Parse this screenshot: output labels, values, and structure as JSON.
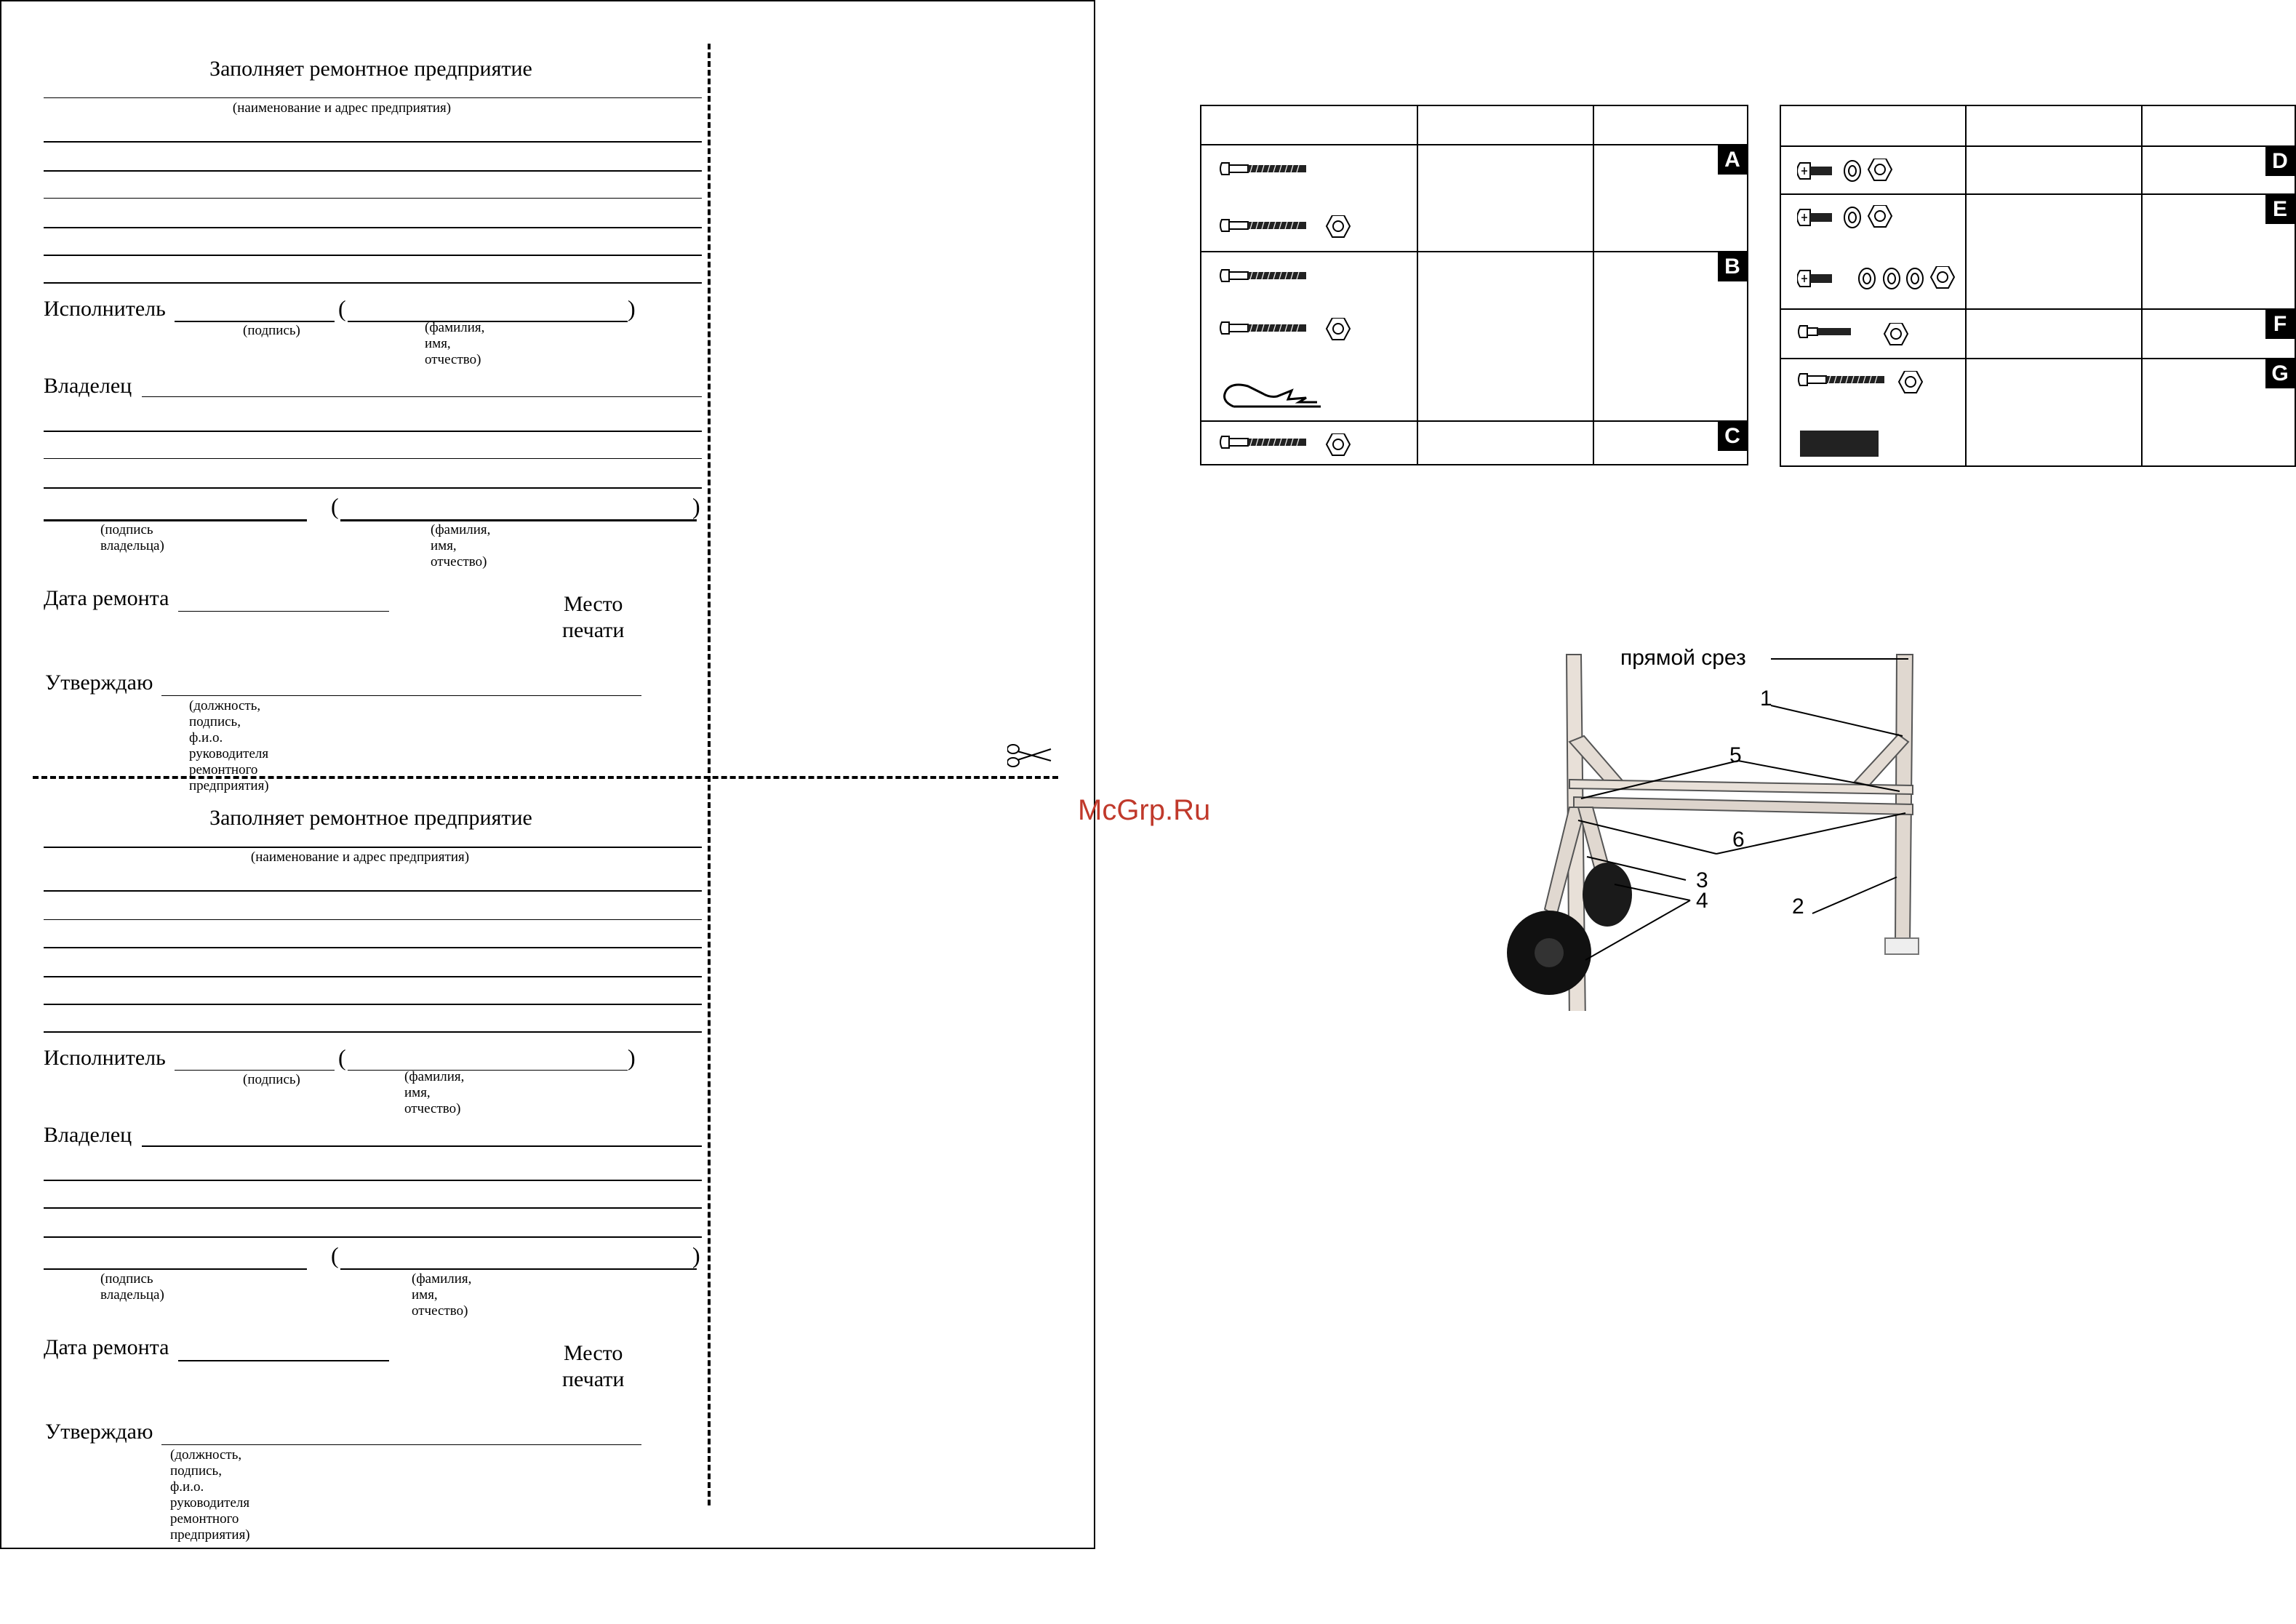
{
  "form": {
    "title": "Заполняет ремонтное предприятие",
    "caption_org": "(наименование и адрес предприятия)",
    "executor_label": "Исполнитель",
    "caption_signature": "(подпись)",
    "caption_fio": "(фамилия, имя, отчество)",
    "owner_label": "Владелец",
    "caption_owner_signature": "(подпись владельца)",
    "repair_date_label": "Дата ремонта",
    "stamp_line1": "Место",
    "stamp_line2": "печати",
    "approve_label": "Утверждаю",
    "caption_approve": "(должность, подпись, ф.и.о. руководителя ремонтного предприятия)",
    "paren_open": "(",
    "paren_close": ")"
  },
  "fasteners_left": {
    "badges": [
      "A",
      "B",
      "C"
    ]
  },
  "fasteners_right": {
    "badges": [
      "D",
      "E",
      "F",
      "G"
    ]
  },
  "diagram": {
    "label_cut": "прямой срез",
    "callouts": [
      "1",
      "2",
      "3",
      "4",
      "5",
      "6"
    ]
  },
  "watermark": "McGrp.Ru",
  "icons": [
    "scissors-icon",
    "bolt-icon",
    "nut-icon",
    "washer-icon",
    "cotter-pin-icon",
    "velcro-icon"
  ]
}
